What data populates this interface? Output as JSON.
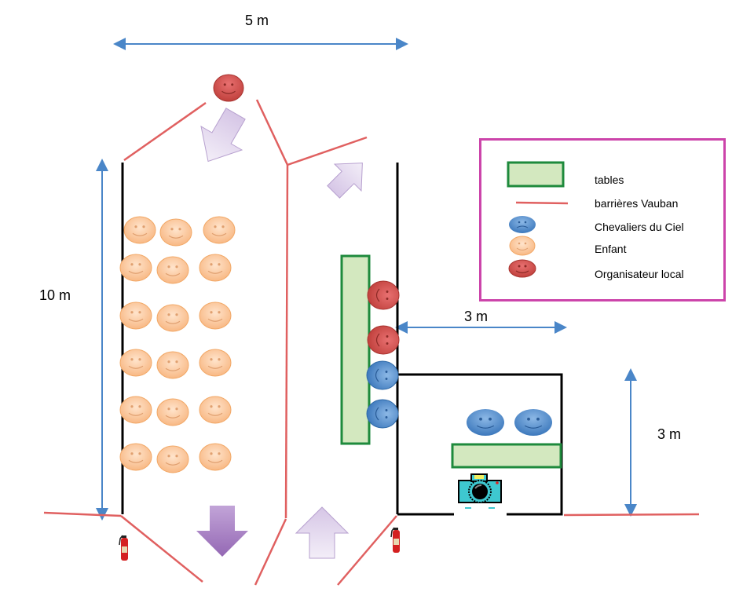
{
  "title": "Plan de l'espace",
  "dimensions": {
    "width_top": "5 m",
    "height_left": "10 m",
    "width_right": "3 m",
    "height_right": "3 m"
  },
  "legend": {
    "items": [
      {
        "symbol": "table",
        "label": "tables"
      },
      {
        "symbol": "barrier",
        "label": "barrières Vauban"
      },
      {
        "symbol": "chevalier",
        "label": "Chevaliers du Ciel"
      },
      {
        "symbol": "enfant",
        "label": "Enfant"
      },
      {
        "symbol": "organisateur",
        "label": "Organisateur local"
      }
    ]
  },
  "colors": {
    "barrier": "#e06060",
    "wall": "#000000",
    "dimension": "#4a86c8",
    "table_fill": "#d3e8bf",
    "table_border": "#1e8a3c",
    "chevalier": "#4a86c8",
    "enfant": "#fcc89a",
    "organisateur": "#d9534f",
    "arrow_light": "#e8dcf0",
    "arrow_dark": "#a47cc0",
    "legend_border": "#cc44aa"
  },
  "counts": {
    "enfant_rows": 6,
    "enfant_cols": 3,
    "organisateurs_table": 2,
    "chevaliers_table": 2,
    "chevaliers_room": 2
  }
}
